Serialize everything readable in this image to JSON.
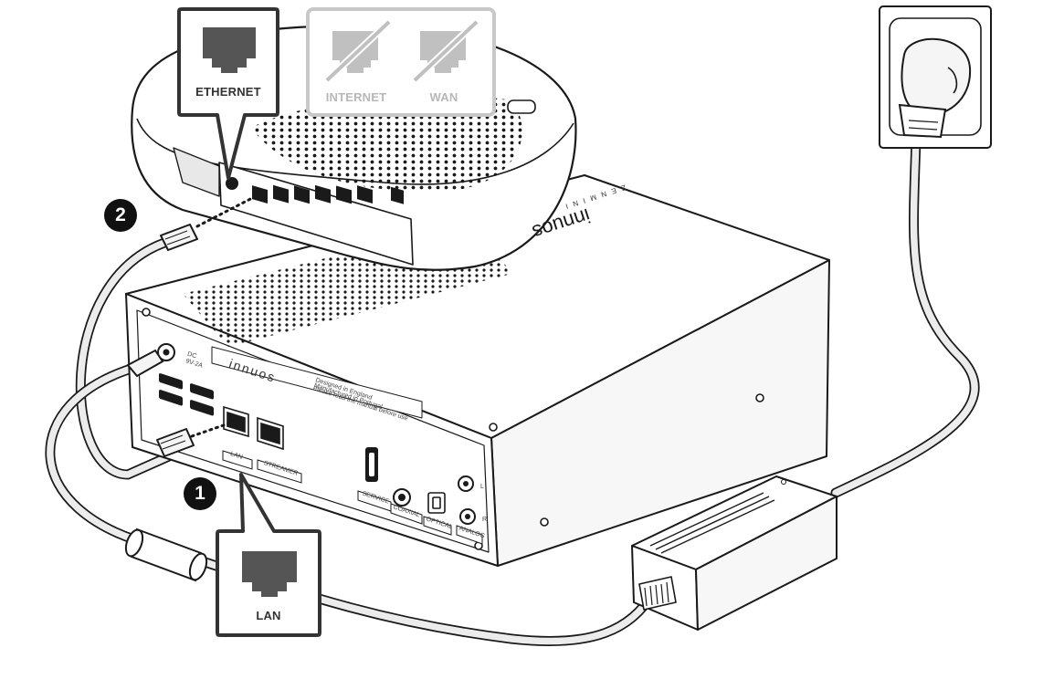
{
  "callouts": {
    "ethernet": "ETHERNET",
    "internet": "INTERNET",
    "wan": "WAN",
    "lan": "LAN"
  },
  "steps": [
    "1",
    "2"
  ],
  "device": {
    "brand": "innuos",
    "model": "ZENMINI",
    "panel_lines": [
      "Designed in England",
      "Manufactured in Portugal",
      "Please read the manual before use"
    ],
    "power_label": "DC",
    "power_rating": "9V-2A",
    "port_labels": {
      "lan": "LAN",
      "streamer": "STREAMER",
      "service": "SERVICE",
      "coaxial": "COAXIAL",
      "optical": "OPTICAL",
      "analog": "ANALOG",
      "left": "L",
      "right": "R"
    }
  },
  "colors": {
    "line": "#1a1a1a",
    "callout_active_border": "#333333",
    "callout_active_icon": "#555555",
    "callout_inactive_border": "#c8c8c8",
    "callout_inactive_icon": "#c0c0c0",
    "cable": "#e6e6e6"
  }
}
